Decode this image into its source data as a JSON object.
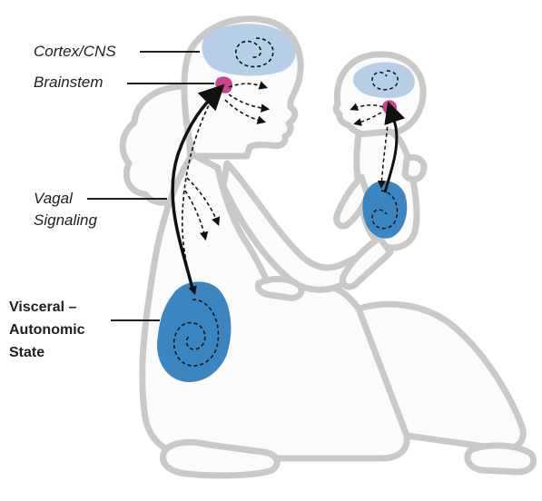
{
  "labels": {
    "cortex": "Cortex/CNS",
    "brainstem": "Brainstem",
    "vagal_line1": "Vagal",
    "vagal_line2": "Signaling",
    "visceral_line1": "Visceral –",
    "visceral_line2": "Autonomic",
    "visceral_line3": "State"
  },
  "colors": {
    "body_outline": "#c9c9c9",
    "body_fill": "#fbfbfb",
    "brain_fill": "#b7cfe6",
    "brainstem_fill": "#c9448f",
    "viscera_fill": "#3b85c0",
    "arrow": "#111111",
    "text": "#1f1f1f"
  }
}
